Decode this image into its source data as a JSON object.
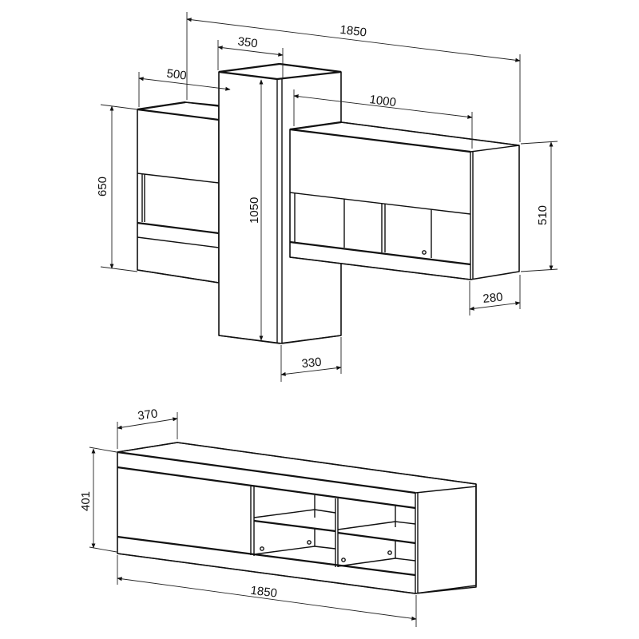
{
  "drawing": {
    "wall_units": {
      "overall_width": "1850",
      "tall_column_width": "350",
      "tall_column_depth": "330",
      "tall_column_height": "1050",
      "left_cabinet_width": "500",
      "left_cabinet_height": "650",
      "right_cabinet_width": "1000",
      "right_cabinet_height": "510",
      "right_cabinet_depth": "280"
    },
    "tv_stand": {
      "depth": "370",
      "height": "401",
      "width": "1850"
    }
  }
}
